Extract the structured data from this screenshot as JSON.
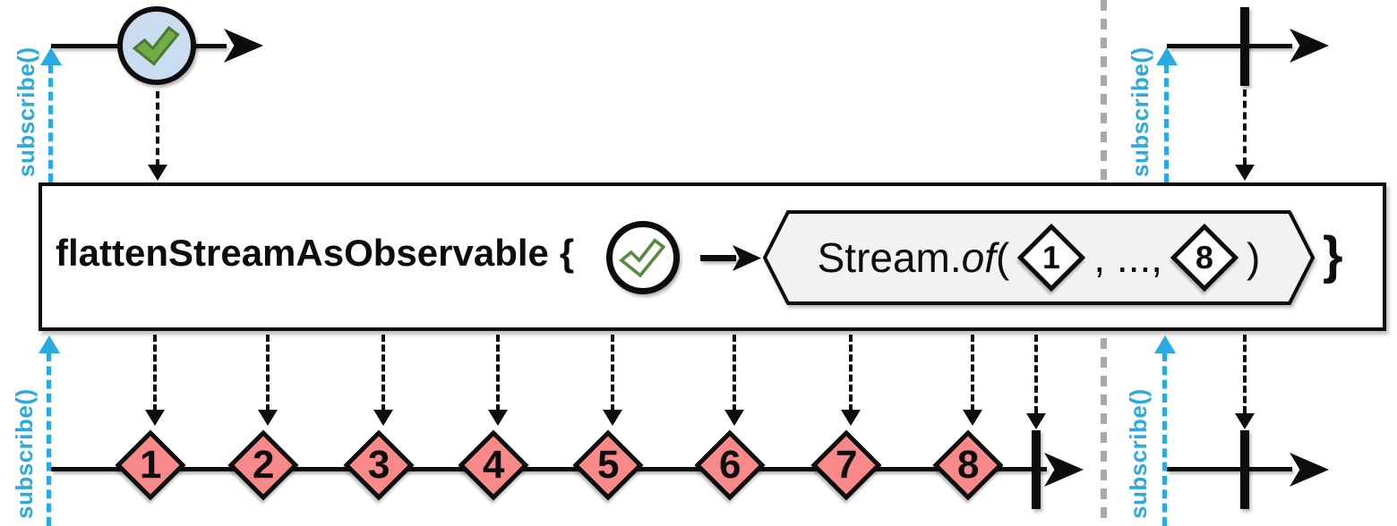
{
  "labels": {
    "subscribe": "subscribe()"
  },
  "operator": {
    "name": "flattenStreamAsObservable",
    "brace_open": "{",
    "brace_close": "}",
    "stream_call_prefix": "Stream.",
    "stream_call_fn": "of",
    "paren_open": "(",
    "ellipsis_separator": ", ...,",
    "paren_close": ")",
    "first_item": "1",
    "last_item": "8"
  },
  "source_stream": {
    "marble_icon": "check-icon",
    "meaning": "single success value then completion"
  },
  "output_stream": {
    "values": [
      "1",
      "2",
      "3",
      "4",
      "5",
      "6",
      "7",
      "8"
    ],
    "terminal": "complete-bar"
  },
  "right_scenario": {
    "source_terminal": "complete-bar",
    "output_terminal": "complete-bar"
  },
  "colors": {
    "cyan": "#29ABE2",
    "item_red": "#F8898A",
    "marble_blue": "#C9DCF0",
    "check_green": "#71AD47",
    "check_green_dark": "#4C7A2E",
    "hexagon_gray": "#F2F2F2",
    "divider_gray": "#A9A9A9",
    "ink": "#0D0D0D"
  }
}
